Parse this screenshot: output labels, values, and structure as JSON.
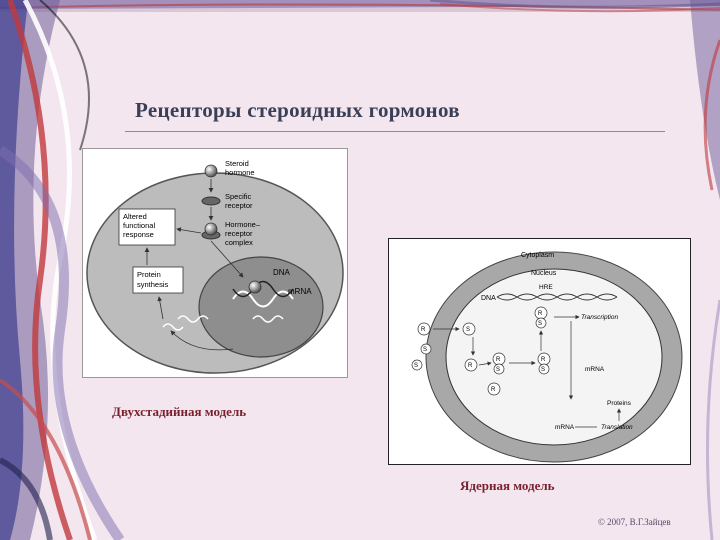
{
  "slide": {
    "title": "Рецепторы стероидных гормонов",
    "caption_left": "Двухстадийная модель",
    "caption_right": "Ядерная модель",
    "copyright": "© 2007, В.Г.Зайцев"
  },
  "diagram_left": {
    "labels": {
      "steroid": "Steroid",
      "hormone": "hormone",
      "specific": "Specific",
      "receptor": "receptor",
      "hormone_receptor": "Hormone–",
      "receptor2": "receptor",
      "complex": "complex",
      "altered": "Altered",
      "functional": "functional",
      "response": "response",
      "protein": "Protein",
      "synthesis": "synthesis",
      "dna": "DNA",
      "mrna": "mRNA"
    }
  },
  "diagram_right": {
    "labels": {
      "cytoplasm": "Cytoplasm",
      "nucleus": "Nucleus",
      "dna": "DNA",
      "hre": "HRE",
      "transcription": "Transcription",
      "mrna_nuc": "mRNA",
      "proteins": "Proteins",
      "mrna_cyt": "mRNA",
      "translation": "Translation",
      "r": "R",
      "s": "S"
    }
  },
  "colors": {
    "title": "#3a3f57",
    "caption": "#7a1f2e",
    "cell_outer": "#b8b8b8",
    "nucleus": "#8c8c8c"
  }
}
